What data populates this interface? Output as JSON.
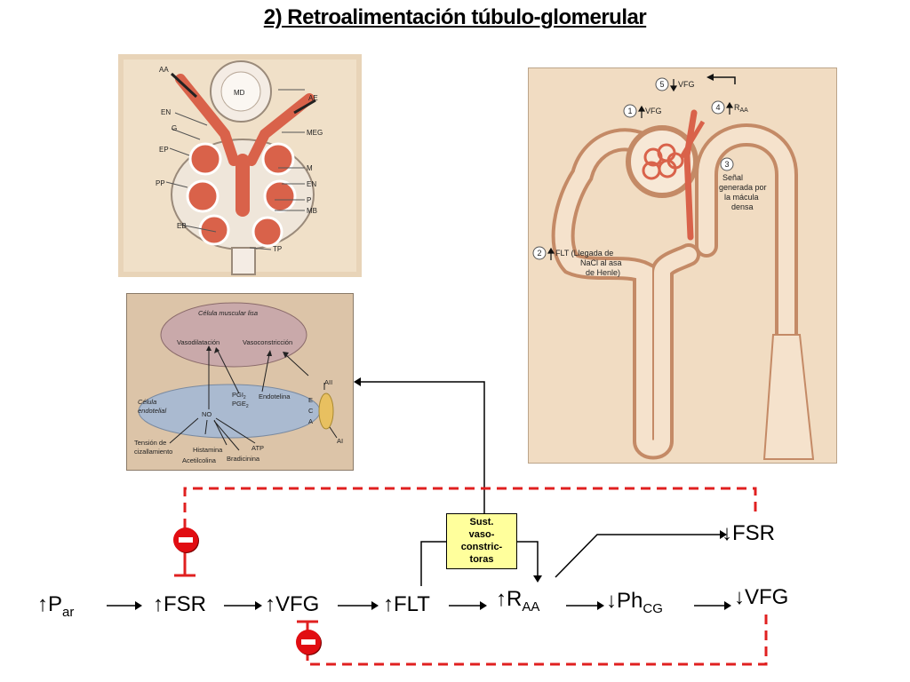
{
  "title": "2) Retroalimentación túbulo-glomerular",
  "panel1": {
    "labels": [
      "AA",
      "AE",
      "MD",
      "EN",
      "G",
      "MEG",
      "EP",
      "M",
      "PP",
      "EN",
      "P",
      "MB",
      "EB",
      "TP"
    ]
  },
  "panel2": {
    "top_cell": "Célula muscular lisa",
    "vasodilatacion": "Vasodilatación",
    "vasoconstriccion": "Vasoconstricción",
    "bottom_cell_line1": "Célula",
    "bottom_cell_line2": "endotelial",
    "pgi": "PGI",
    "pgi_sub": "2",
    "pge": "PGE",
    "pge_sub": "2",
    "endotelina": "Endotelina",
    "no": "NO",
    "all": "AII",
    "eca": [
      "E",
      "C",
      "A"
    ],
    "ai": "AI",
    "tension_line1": "Tensión de",
    "tension_line2": "cizallamiento",
    "histamina": "Histamina",
    "atp": "ATP",
    "acetilcolina": "Acetilcolina",
    "bradicinina": "Bradicinina"
  },
  "panel3": {
    "step5": {
      "num": "5",
      "text": "VFG"
    },
    "step1": {
      "num": "1",
      "text": "VFG"
    },
    "step4": {
      "num": "4",
      "text": "R",
      "sub": "AA"
    },
    "step3": {
      "num": "3",
      "lines": [
        "Señal",
        "generada por",
        "la mácula",
        "densa"
      ]
    },
    "step2": {
      "num": "2",
      "lines": [
        "FLT (Llegada de",
        "NaCl al asa",
        "de Henle)"
      ]
    }
  },
  "sust": {
    "lines": [
      "Sust.",
      "vaso-",
      "constric-",
      "toras"
    ]
  },
  "flow": {
    "par": {
      "text": "P",
      "sub": "ar"
    },
    "fsr1": "FSR",
    "vfg1": "VFG",
    "flt": "FLT",
    "raa": {
      "text": "R",
      "sub": "AA"
    },
    "phcg": {
      "text": "Ph",
      "sub": "CG"
    },
    "vfg2": "VFG",
    "fsr2": "FSR",
    "minus_top": "-",
    "minus_bottom": "-"
  },
  "colors": {
    "feedback": "#e02020",
    "sust_fill": "#ffff9c",
    "vessel": "#d9624a"
  }
}
